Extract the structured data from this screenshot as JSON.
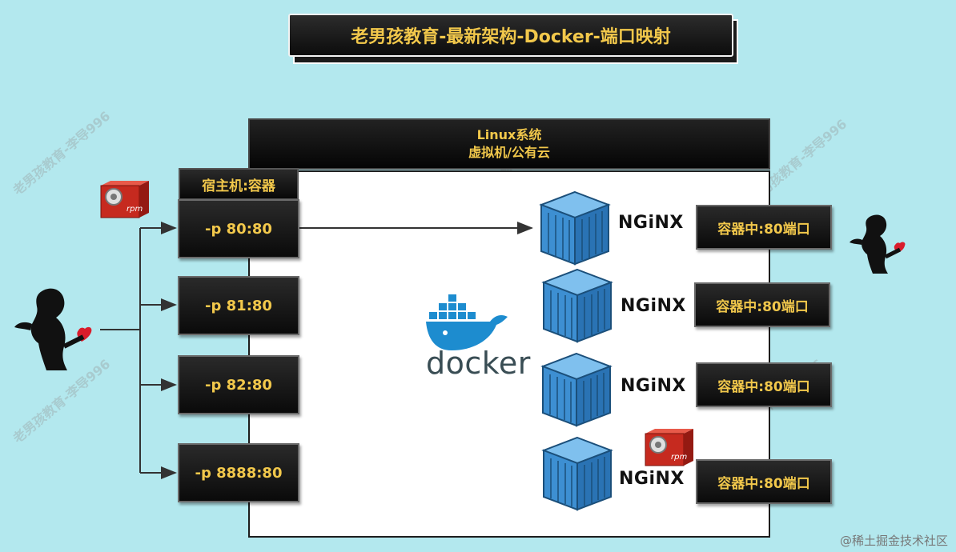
{
  "title": "老男孩教育-最新架构-Docker-端口映射",
  "linux": {
    "line1": "Linux系统",
    "line2": "虚拟机/公有云"
  },
  "host_label": "宿主机:容器",
  "ports": [
    "-p 80:80",
    "-p 81:80",
    "-p 82:80",
    "-p 8888:80"
  ],
  "container_ports": [
    "容器中:80端口",
    "容器中:80端口",
    "容器中:80端口",
    "容器中:80端口"
  ],
  "nginx_label": "NGiNX",
  "docker_label": "docker",
  "rpm_label": "rpm",
  "watermark": "老男孩教育-李导996",
  "credit": "@稀土掘金技术社区",
  "colors": {
    "background": "#b3e8ee",
    "label_text": "#f2c84b",
    "docker_blue": "#1d8ccf",
    "container_blue": "#3b8fd0"
  }
}
